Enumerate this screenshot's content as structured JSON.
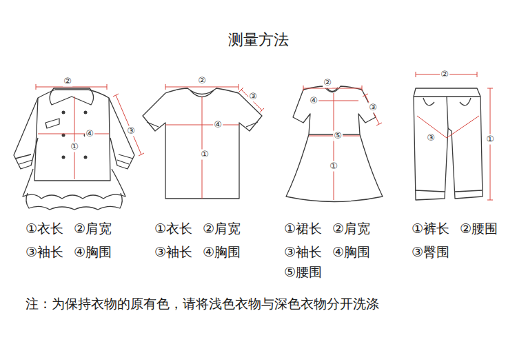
{
  "diagram": {
    "title": "测量方法",
    "labels": [
      "②",
      "③",
      "④",
      "①",
      "②",
      "③",
      "④",
      "①",
      "②",
      "④",
      "③",
      "⑤",
      "①",
      "②",
      "③",
      "①",
      "①衣长",
      "②肩宽",
      "③袖长",
      "④胸围",
      "①衣长",
      "②肩宽",
      "③袖长",
      "④胸围",
      "①裙长",
      "②肩宽",
      "③袖长",
      "④胸围",
      "⑤腰围",
      "①裤长",
      "②腰围",
      "③臀围",
      "注：为保持衣物的原有色，请将浅色衣物与深色衣物分开洗涤"
    ]
  }
}
